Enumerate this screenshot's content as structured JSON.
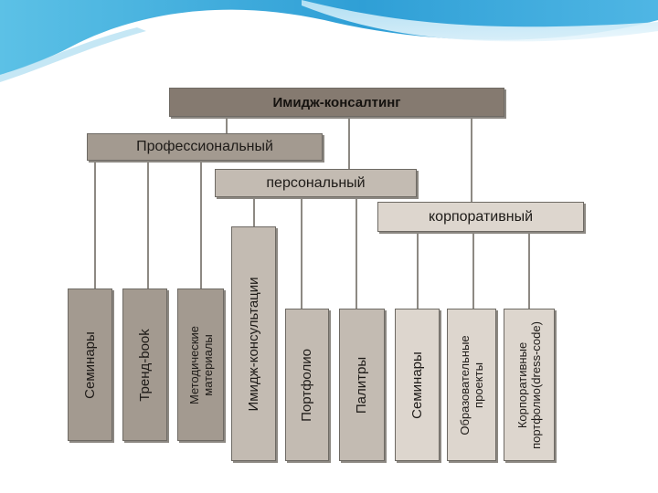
{
  "diagram": {
    "root": "Имидж-консалтинг",
    "branches": {
      "professional": {
        "label": "Профессиональный",
        "leaves": [
          "Семинары",
          "Тренд-book",
          "Методические\nматериалы"
        ]
      },
      "personal": {
        "label": "персональный",
        "leaves": [
          "Имидж-консультации",
          "Портфолио",
          "Палитры"
        ]
      },
      "corporate": {
        "label": "корпоративный",
        "leaves": [
          "Семинары",
          "Образовательные\nпроекты",
          "Корпоративные\nпортфолио(dress-code)"
        ]
      }
    }
  },
  "colors": {
    "root": "#857a70",
    "professional": "#a39a90",
    "personal": "#c3bbb2",
    "corporate": "#ddd6ce",
    "connector": "#8d8983",
    "header_wave": "#2f9fd6"
  }
}
